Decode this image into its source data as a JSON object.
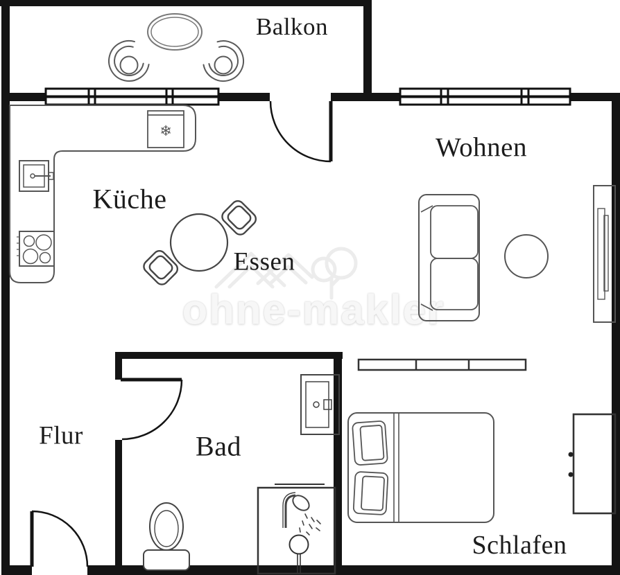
{
  "rooms": {
    "balcony": {
      "label": "Balkon"
    },
    "kitchen": {
      "label": "Küche"
    },
    "dining": {
      "label": "Essen"
    },
    "living": {
      "label": "Wohnen"
    },
    "hallway": {
      "label": "Flur"
    },
    "bathroom": {
      "label": "Bad"
    },
    "bedroom": {
      "label": "Schlafen"
    }
  },
  "watermark": {
    "text": "ohne-makler",
    "icon": "house-and-tree-logo"
  },
  "fixtures": {
    "fridge_icon_glyph": "❄"
  },
  "colors": {
    "walls": "#141414",
    "furniture_lines": "#4f4f4f",
    "label_text": "#1c1c1c",
    "watermark": "#f1f1f1",
    "background": "#ffffff"
  }
}
